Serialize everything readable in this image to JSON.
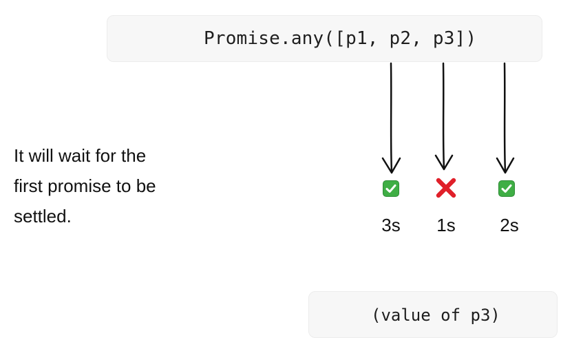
{
  "call_expression": "Promise.any([p1, p2, p3])",
  "note_lines": [
    "It will wait for the",
    "first promise to be",
    "settled."
  ],
  "promises": [
    {
      "status": "fulfilled",
      "status_icon": "check-icon",
      "time": "3s"
    },
    {
      "status": "rejected",
      "status_icon": "cross-icon",
      "time": "1s"
    },
    {
      "status": "fulfilled",
      "status_icon": "check-icon",
      "time": "2s"
    }
  ],
  "result": "(value of p3)",
  "colors": {
    "check": "#3fae45",
    "cross": "#e0202a",
    "text": "#111111",
    "box": "#f7f7f7"
  }
}
